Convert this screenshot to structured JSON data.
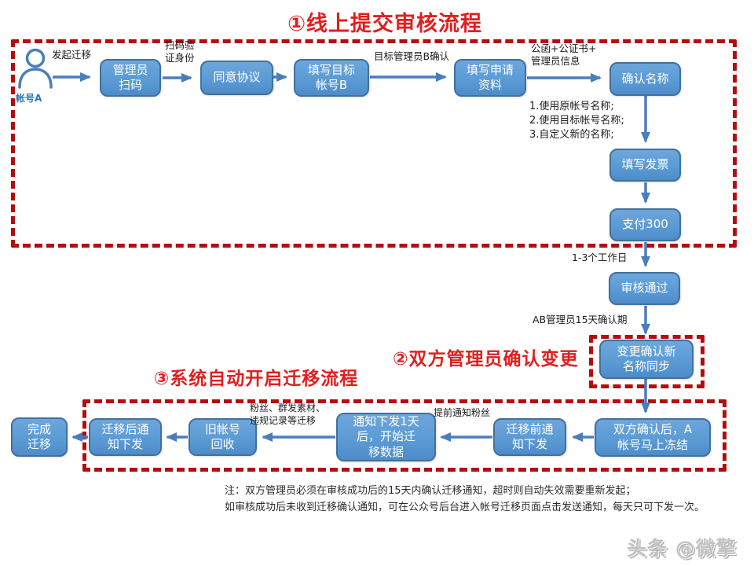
{
  "titles": {
    "step1": "①线上提交审核流程",
    "step2": "②双方管理员确认变更",
    "step3": "③系统自动开启迁移流程"
  },
  "actor": {
    "label": "帐号A"
  },
  "nodes": {
    "admin_scan": "管理员\n扫码",
    "agree": "同意协议",
    "fill_target": "填写目标\n帐号B",
    "fill_apply": "填写申请\n资料",
    "confirm_name": "确认名称",
    "fill_invoice": "填写发票",
    "pay": "支付300",
    "review_pass": "审核通过",
    "change_confirm": "变更确认新\n名称同步",
    "freeze": "双方确认后，A\n帐号马上冻结",
    "pre_notice": "迁移前通\n知下发",
    "start_migrate": "通知下发1天\n后，开始迁\n移数据",
    "recycle": "旧帐号\n回收",
    "post_notice": "迁移后通\n知下发",
    "done": "完成\n迁移"
  },
  "edge_labels": {
    "initiate": "发起迁移",
    "scan_verify": "扫码验\n证身份",
    "target_admin_confirm": "目标管理员B确认",
    "docs": "公函+公证书+\n管理员信息",
    "name_options": "1.使用原帐号名称;\n2.使用目标帐号名称;\n3.自定义新的名称;",
    "workdays": "1-3个工作日",
    "confirm_period": "AB管理员15天确认期",
    "notify_fans": "提前通知粉丝",
    "migrate_items": "粉丝、群发素材、\n违规记录等迁移"
  },
  "note": "注：双方管理员必须在审核成功后的15天内确认迁移通知，超时则自动失效需要重新发起；\n如审核成功后未收到迁移确认通知，可在公众号后台进入帐号迁移页面点击发送通知，每天只可下发一次。",
  "watermark": "头条 @微擎",
  "colors": {
    "node_fill": "#5b9bd5",
    "node_border": "#41719c",
    "arrow": "#4a7ebb",
    "dashed_border": "#b30d0d",
    "title_red": "#e01f1f",
    "actor_blue": "#2e74b5"
  }
}
